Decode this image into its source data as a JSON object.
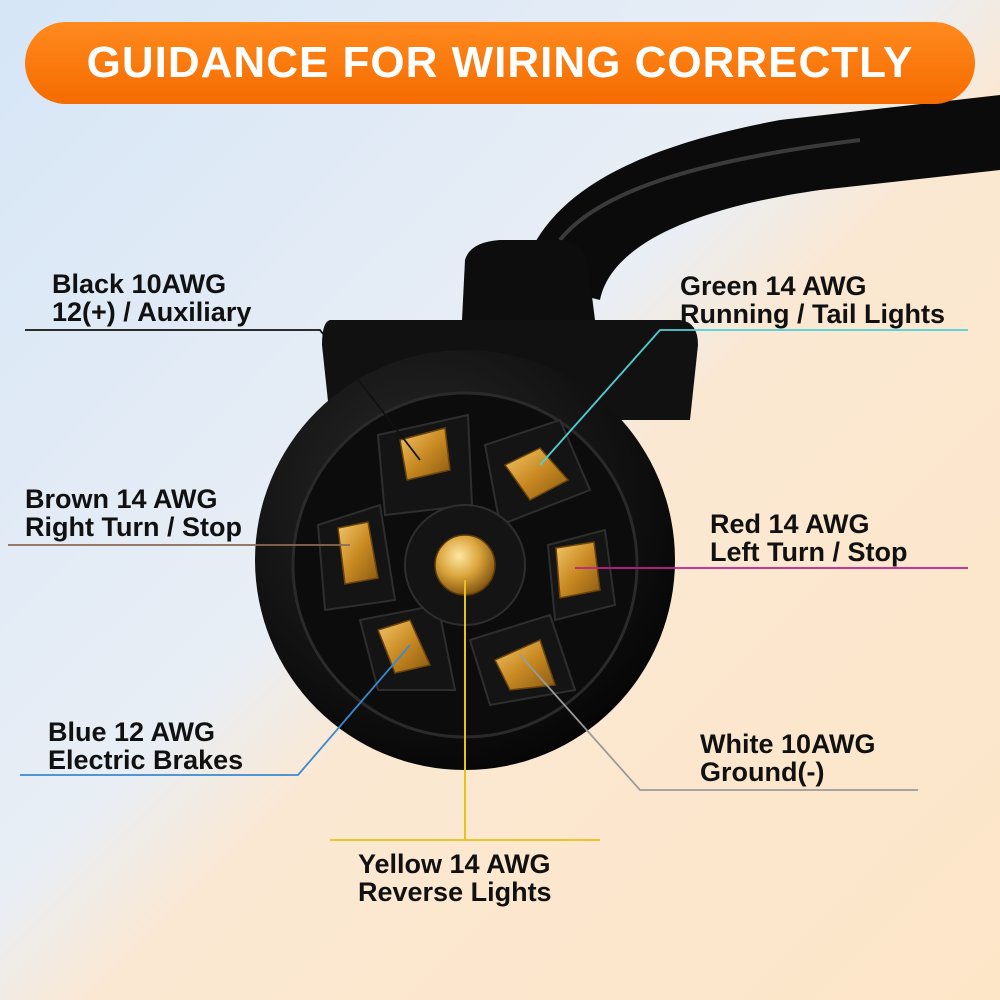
{
  "title": "GUIDANCE FOR WIRING CORRECTLY",
  "colors": {
    "banner": "#f57a0f",
    "background_top": "#dbe8f6",
    "background_bottom": "#fbe6cc",
    "black": "#111111",
    "green": "#4fd0d6",
    "brown": "#8a6a55",
    "red": "#c0218a",
    "blue": "#3a8ad0",
    "white": "#999999",
    "yellow": "#e8c21a",
    "pin": "#d69b2f"
  },
  "labels": [
    {
      "id": "black",
      "color": "black",
      "line1": "Black 10AWG",
      "line2": "12(+) / Auxiliary"
    },
    {
      "id": "green",
      "color": "green",
      "line1": "Green 14 AWG",
      "line2": "Running / Tail Lights"
    },
    {
      "id": "brown",
      "color": "brown",
      "line1": "Brown 14 AWG",
      "line2": "Right Turn / Stop"
    },
    {
      "id": "red",
      "color": "red",
      "line1": "Red 14 AWG",
      "line2": "Left Turn / Stop"
    },
    {
      "id": "blue",
      "color": "blue",
      "line1": "Blue 12 AWG",
      "line2": "Electric Brakes"
    },
    {
      "id": "white",
      "color": "white",
      "line1": "White 10AWG",
      "line2": "Ground(-)"
    },
    {
      "id": "yellow",
      "color": "yellow",
      "line1": "Yellow 14 AWG",
      "line2": "Reverse Lights"
    }
  ]
}
